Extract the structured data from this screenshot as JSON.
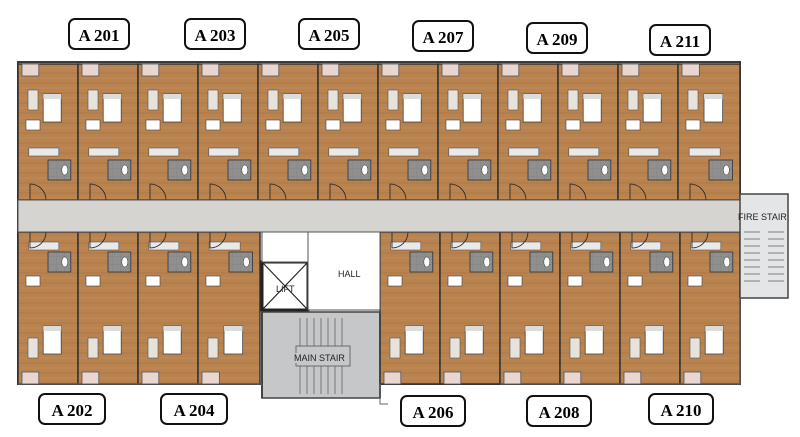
{
  "units_top": [
    "A 201",
    "A 203",
    "A 205",
    "A 207",
    "A 209",
    "A 211"
  ],
  "units_bottom": [
    "A 202",
    "A 204",
    "A 206",
    "A 208",
    "A 210"
  ],
  "rooms": {
    "lift": "LIFT",
    "hall": "HALL",
    "main_stair": "MAIN STAIR",
    "fire_stair": "FIRE STAIR"
  },
  "colors": {
    "floor_wood": "#b9834f",
    "floor_wood_dark": "#a5703f",
    "corridor": "#d6d4d0",
    "bathroom": "#8f8f8f",
    "kitchen_counter": "#e9e9e9",
    "wall": "#3a3a3a",
    "balcony": "#e8d6cf",
    "stair": "#c5c7c9"
  }
}
